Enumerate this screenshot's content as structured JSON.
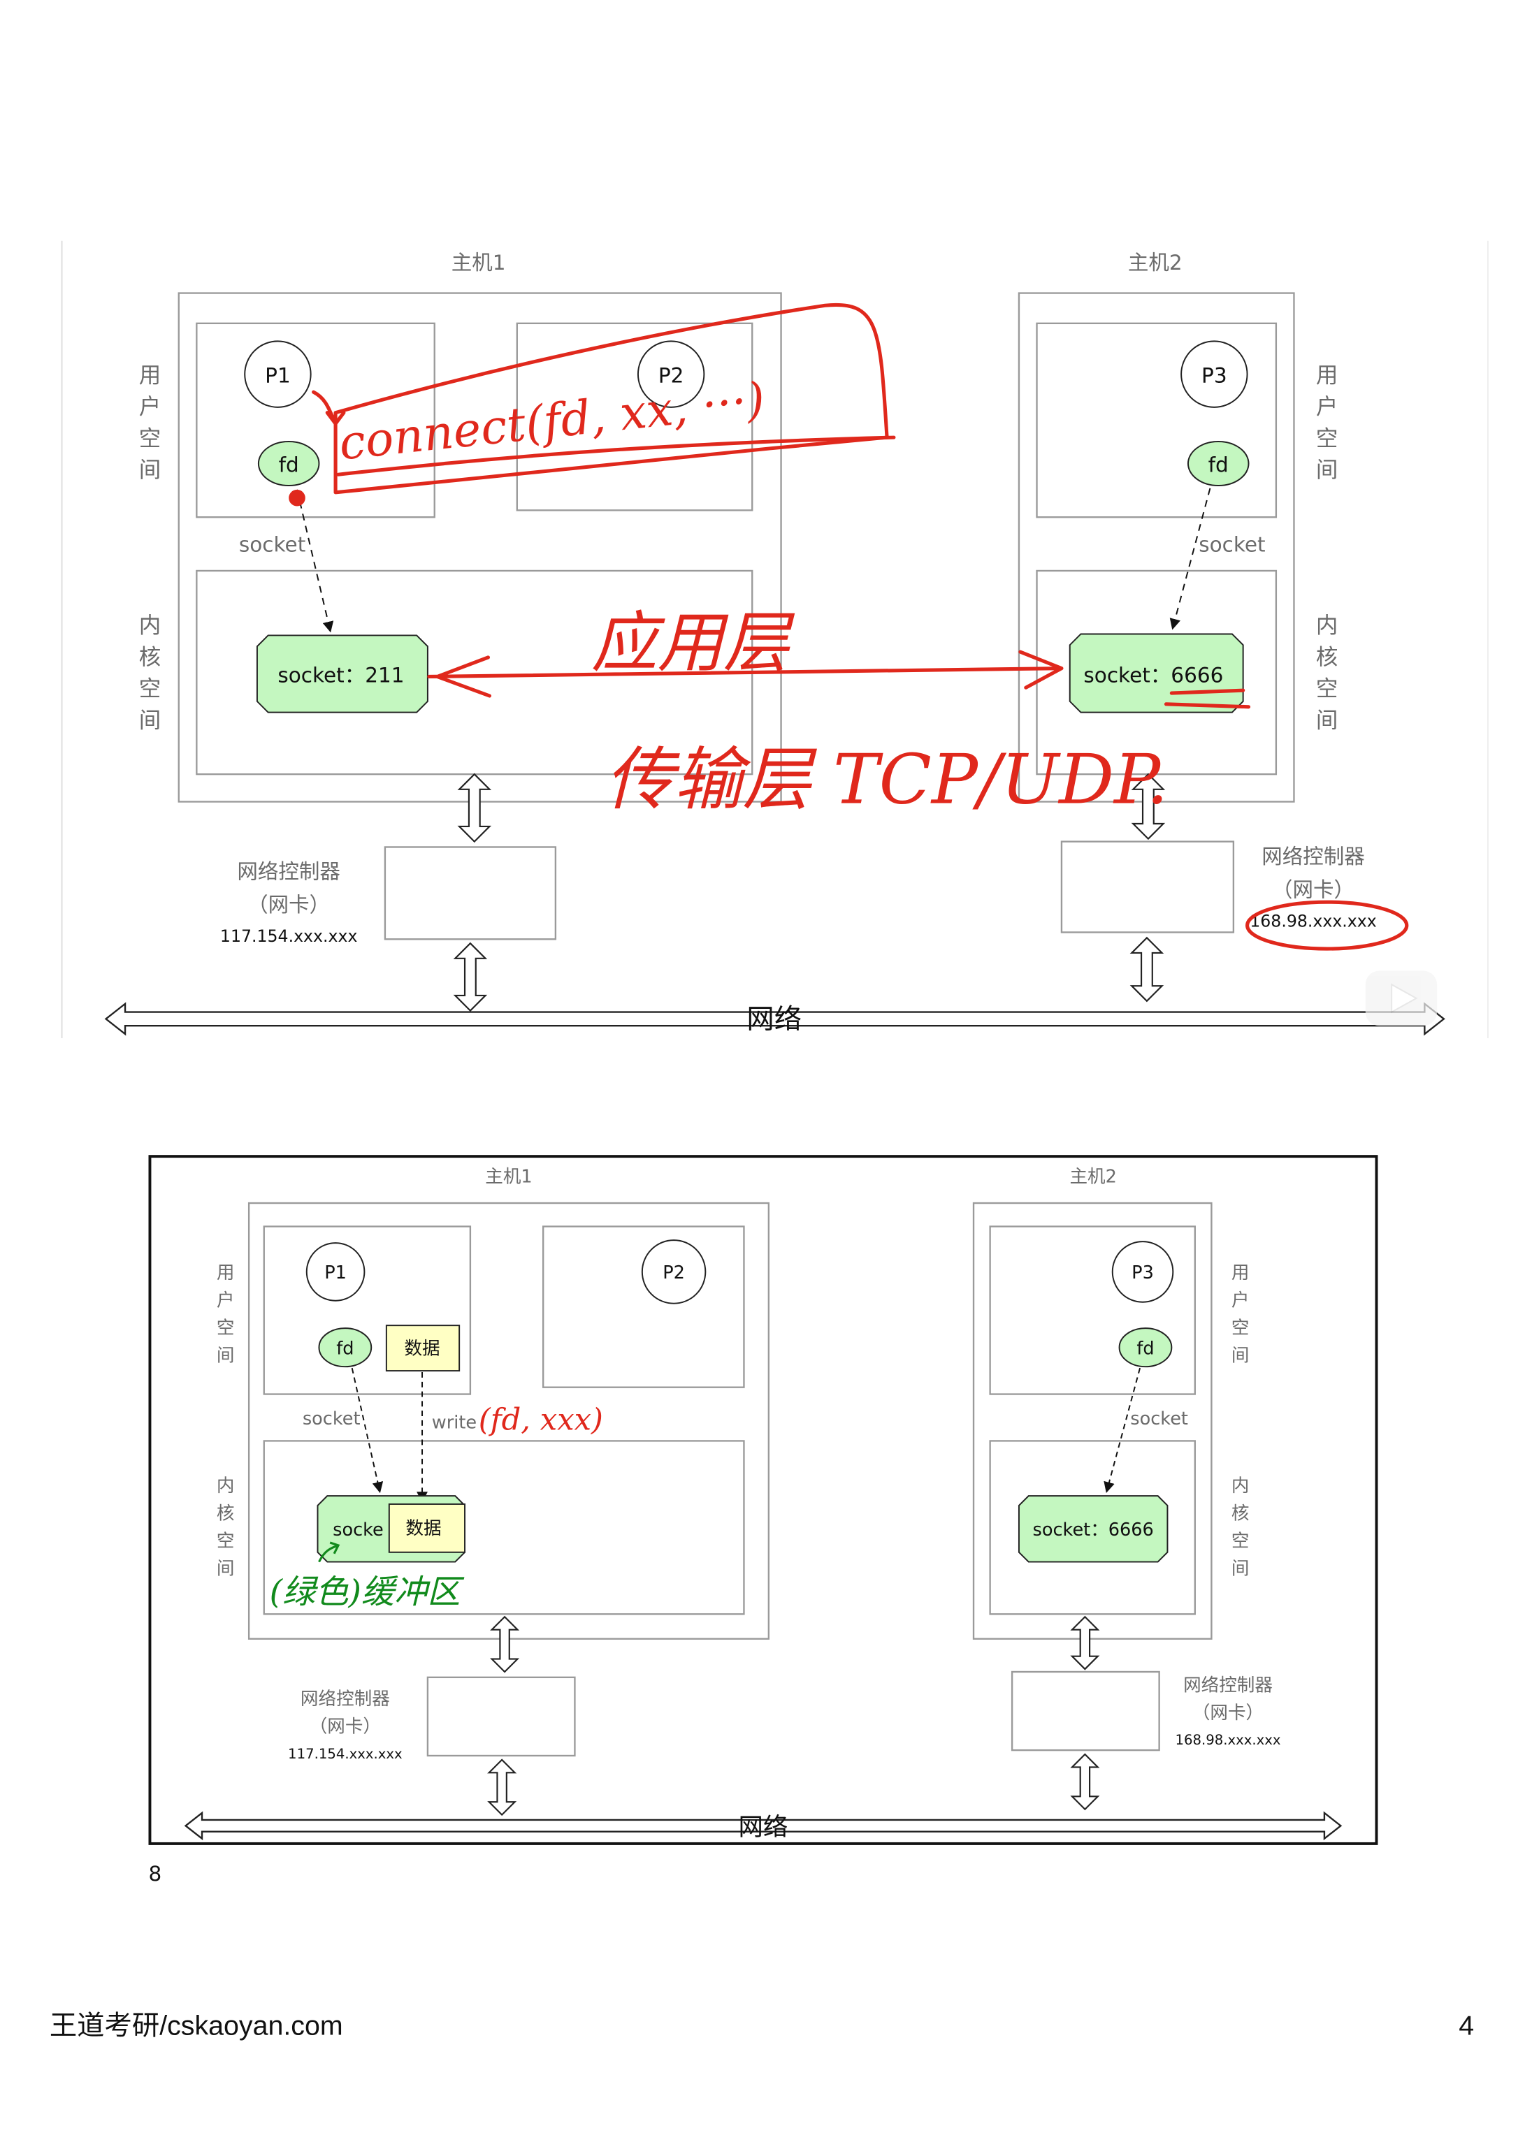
{
  "colors": {
    "socket_fill": "#c4f7c0",
    "data_fill": "#ffffc4",
    "pen_red": "#e0281c",
    "pen_green": "#118a1c"
  },
  "top_diagram": {
    "host1": {
      "title": "主机1",
      "user_space_label": [
        "用",
        "户",
        "空",
        "间"
      ],
      "kernel_space_label": [
        "内",
        "核",
        "空",
        "间"
      ],
      "p1": "P1",
      "p2": "P2",
      "fd": "fd",
      "socket_label": "socket",
      "kernel_socket": "socket：211",
      "nic_label": "网络控制器",
      "nic_sub": "（网卡）",
      "ip": "117.154.xxx.xxx"
    },
    "host2": {
      "title": "主机2",
      "user_space_label": [
        "用",
        "户",
        "空",
        "间"
      ],
      "kernel_space_label": [
        "内",
        "核",
        "空",
        "间"
      ],
      "p3": "P3",
      "fd": "fd",
      "socket_label": "socket",
      "kernel_socket_prefix": "socket：",
      "kernel_socket_port": "6666",
      "nic_label": "网络控制器",
      "nic_sub": "（网卡）",
      "ip": "168.98.xxx.xxx"
    },
    "network_label": "网络",
    "annotations": {
      "connect_call": "connect(fd, xx, ···)",
      "app_layer": "应用层",
      "transport_layer": "传输层 TCP/UDP."
    }
  },
  "bottom_diagram": {
    "host1": {
      "title": "主机1",
      "user_space_label": [
        "用",
        "户",
        "空",
        "间"
      ],
      "kernel_space_label": [
        "内",
        "核",
        "空",
        "间"
      ],
      "p1": "P1",
      "p2": "P2",
      "fd": "fd",
      "data": "数据",
      "socket_label": "socket",
      "write_label": "write",
      "kernel_socket": "socke",
      "kernel_data": "数据",
      "nic_label": "网络控制器",
      "nic_sub": "（网卡）",
      "ip": "117.154.xxx.xxx"
    },
    "host2": {
      "title": "主机2",
      "user_space_label": [
        "用",
        "户",
        "空",
        "间"
      ],
      "kernel_space_label": [
        "内",
        "核",
        "空",
        "间"
      ],
      "p3": "P3",
      "fd": "fd",
      "socket_label": "socket",
      "kernel_socket": "socket：6666",
      "nic_label": "网络控制器",
      "nic_sub": "（网卡）",
      "ip": "168.98.xxx.xxx"
    },
    "network_label": "网络",
    "annotations": {
      "write_args": "(fd, xxx)",
      "buffer_note": "(绿色)缓冲区"
    }
  },
  "page_number_inner": "8",
  "footer": {
    "site": "王道考研/cskaoyan.com",
    "page_number": "4"
  }
}
